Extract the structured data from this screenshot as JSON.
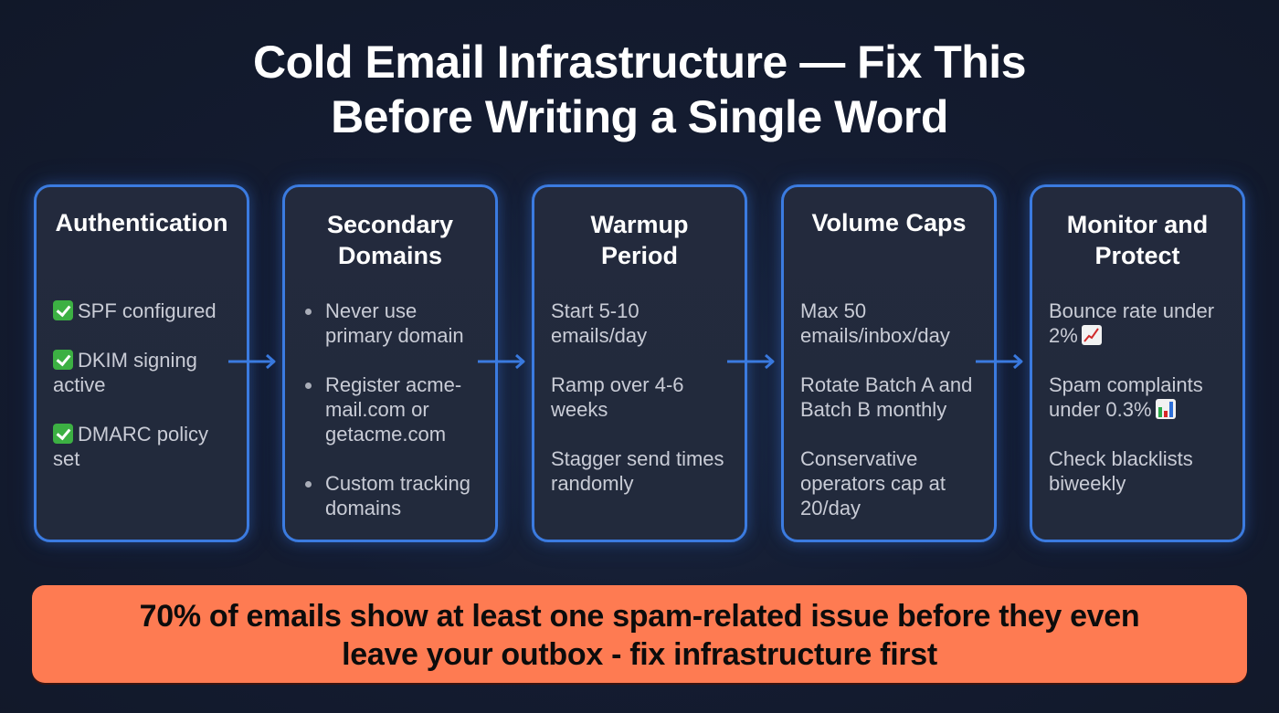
{
  "title": {
    "line1": "Cold Email Infrastructure — Fix This",
    "line2": "Before Writing a Single Word"
  },
  "colors": {
    "background": "#141c31",
    "card_border": "#3b7be0",
    "card_fill": "#232a3d",
    "arrow": "#3b7be0",
    "banner_fill": "#fe7b52",
    "banner_text": "#0c0c0c",
    "body_text": "#c9ccd6"
  },
  "steps": [
    {
      "title_line1": "Authentication",
      "title_line2": "",
      "style": "checklist",
      "items": [
        {
          "text": "SPF configured",
          "icon": "check-mark-icon"
        },
        {
          "text": "DKIM signing active",
          "icon": "check-mark-icon"
        },
        {
          "text": "DMARC policy set",
          "icon": "check-mark-icon"
        }
      ]
    },
    {
      "title_line1": "Secondary",
      "title_line2": "Domains",
      "style": "bulleted",
      "items": [
        {
          "text": "Never use primary domain"
        },
        {
          "text": "Register acme-mail.com or getacme.com"
        },
        {
          "text": "Custom tracking domains"
        }
      ]
    },
    {
      "title_line1": "Warmup",
      "title_line2": "Period",
      "style": "plain",
      "items": [
        {
          "text": "Start 5-10 emails/day"
        },
        {
          "text": "Ramp over 4-6 weeks"
        },
        {
          "text": "Stagger send times randomly"
        }
      ]
    },
    {
      "title_line1": "Volume Caps",
      "title_line2": "",
      "style": "plain",
      "items": [
        {
          "text": "Max 50 emails/inbox/day"
        },
        {
          "text": "Rotate Batch A and Batch B monthly"
        },
        {
          "text": "Conservative operators cap at 20/day"
        }
      ]
    },
    {
      "title_line1": "Monitor and",
      "title_line2": "Protect",
      "style": "plain",
      "items": [
        {
          "text": "Bounce rate under 2%",
          "icon": "chart-increasing-icon"
        },
        {
          "text": "Spam complaints under 0.3%",
          "icon": "bar-chart-icon"
        },
        {
          "text": "Check blacklists biweekly"
        }
      ]
    }
  ],
  "arrows": [
    {
      "from": "Authentication",
      "to": "Secondary Domains",
      "icon": "right-arrow-icon"
    },
    {
      "from": "Secondary Domains",
      "to": "Warmup Period",
      "icon": "right-arrow-icon"
    },
    {
      "from": "Warmup Period",
      "to": "Volume Caps",
      "icon": "right-arrow-icon"
    },
    {
      "from": "Volume Caps",
      "to": "Monitor and Protect",
      "icon": "right-arrow-icon"
    }
  ],
  "banner": {
    "line1": "70% of emails show at least one spam-related issue before they even",
    "line2": "leave your outbox - fix infrastructure first"
  }
}
